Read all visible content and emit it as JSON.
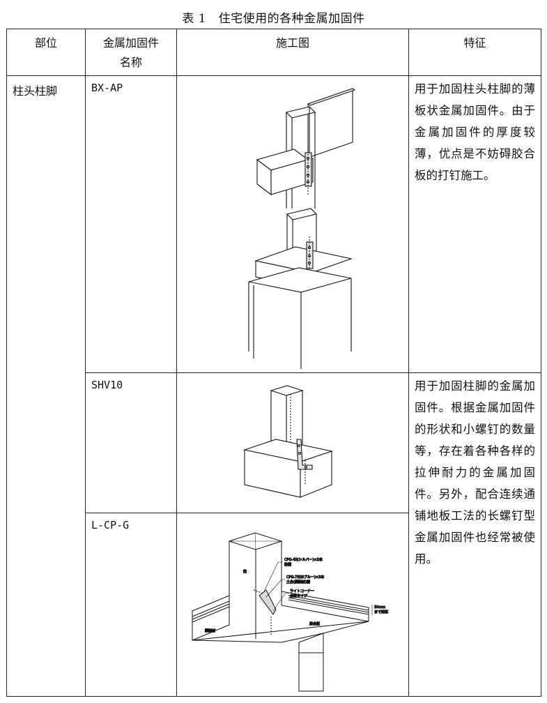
{
  "caption": "表 1　住宅使用的各种金属加固件",
  "table": {
    "headers": {
      "position": "部位",
      "name_line1": "金属加固件",
      "name_line2": "名称",
      "drawing": "施工图",
      "feature": "特征"
    },
    "rows": [
      {
        "position": "柱头柱脚",
        "name": "BX-AP",
        "feature": "用于加固柱头柱脚的薄板状金属加固件。由于金属加固件的厚度较薄，优点是不妨碍胶合板的打钉施工。"
      },
      {
        "name": "SHV10",
        "feature": "用于加固柱脚的金属加固件。根据金属加固件的形状和小螺钉的数量等，存在着各种各样的拉伸耐力的金属加固件。另外，配合连续通铺地板工法的长螺钉型金属加固件也经常被使用。"
      },
      {
        "name": "L-CP-G",
        "drawing_labels": {
          "pillar": "柱",
          "screw1": "CPG-45(シルバー)×3本",
          "screw1b": "柱側",
          "screw2": "CPG-7E(Mブルー)×3本",
          "screw2b": "土台(横架材)側",
          "corner": "ライトコーナー",
          "corner_b": "合板タイプ",
          "dim": "30mm",
          "dim_b": "まで対応",
          "beam": "横架材",
          "floor": "床合板"
        }
      }
    ]
  }
}
